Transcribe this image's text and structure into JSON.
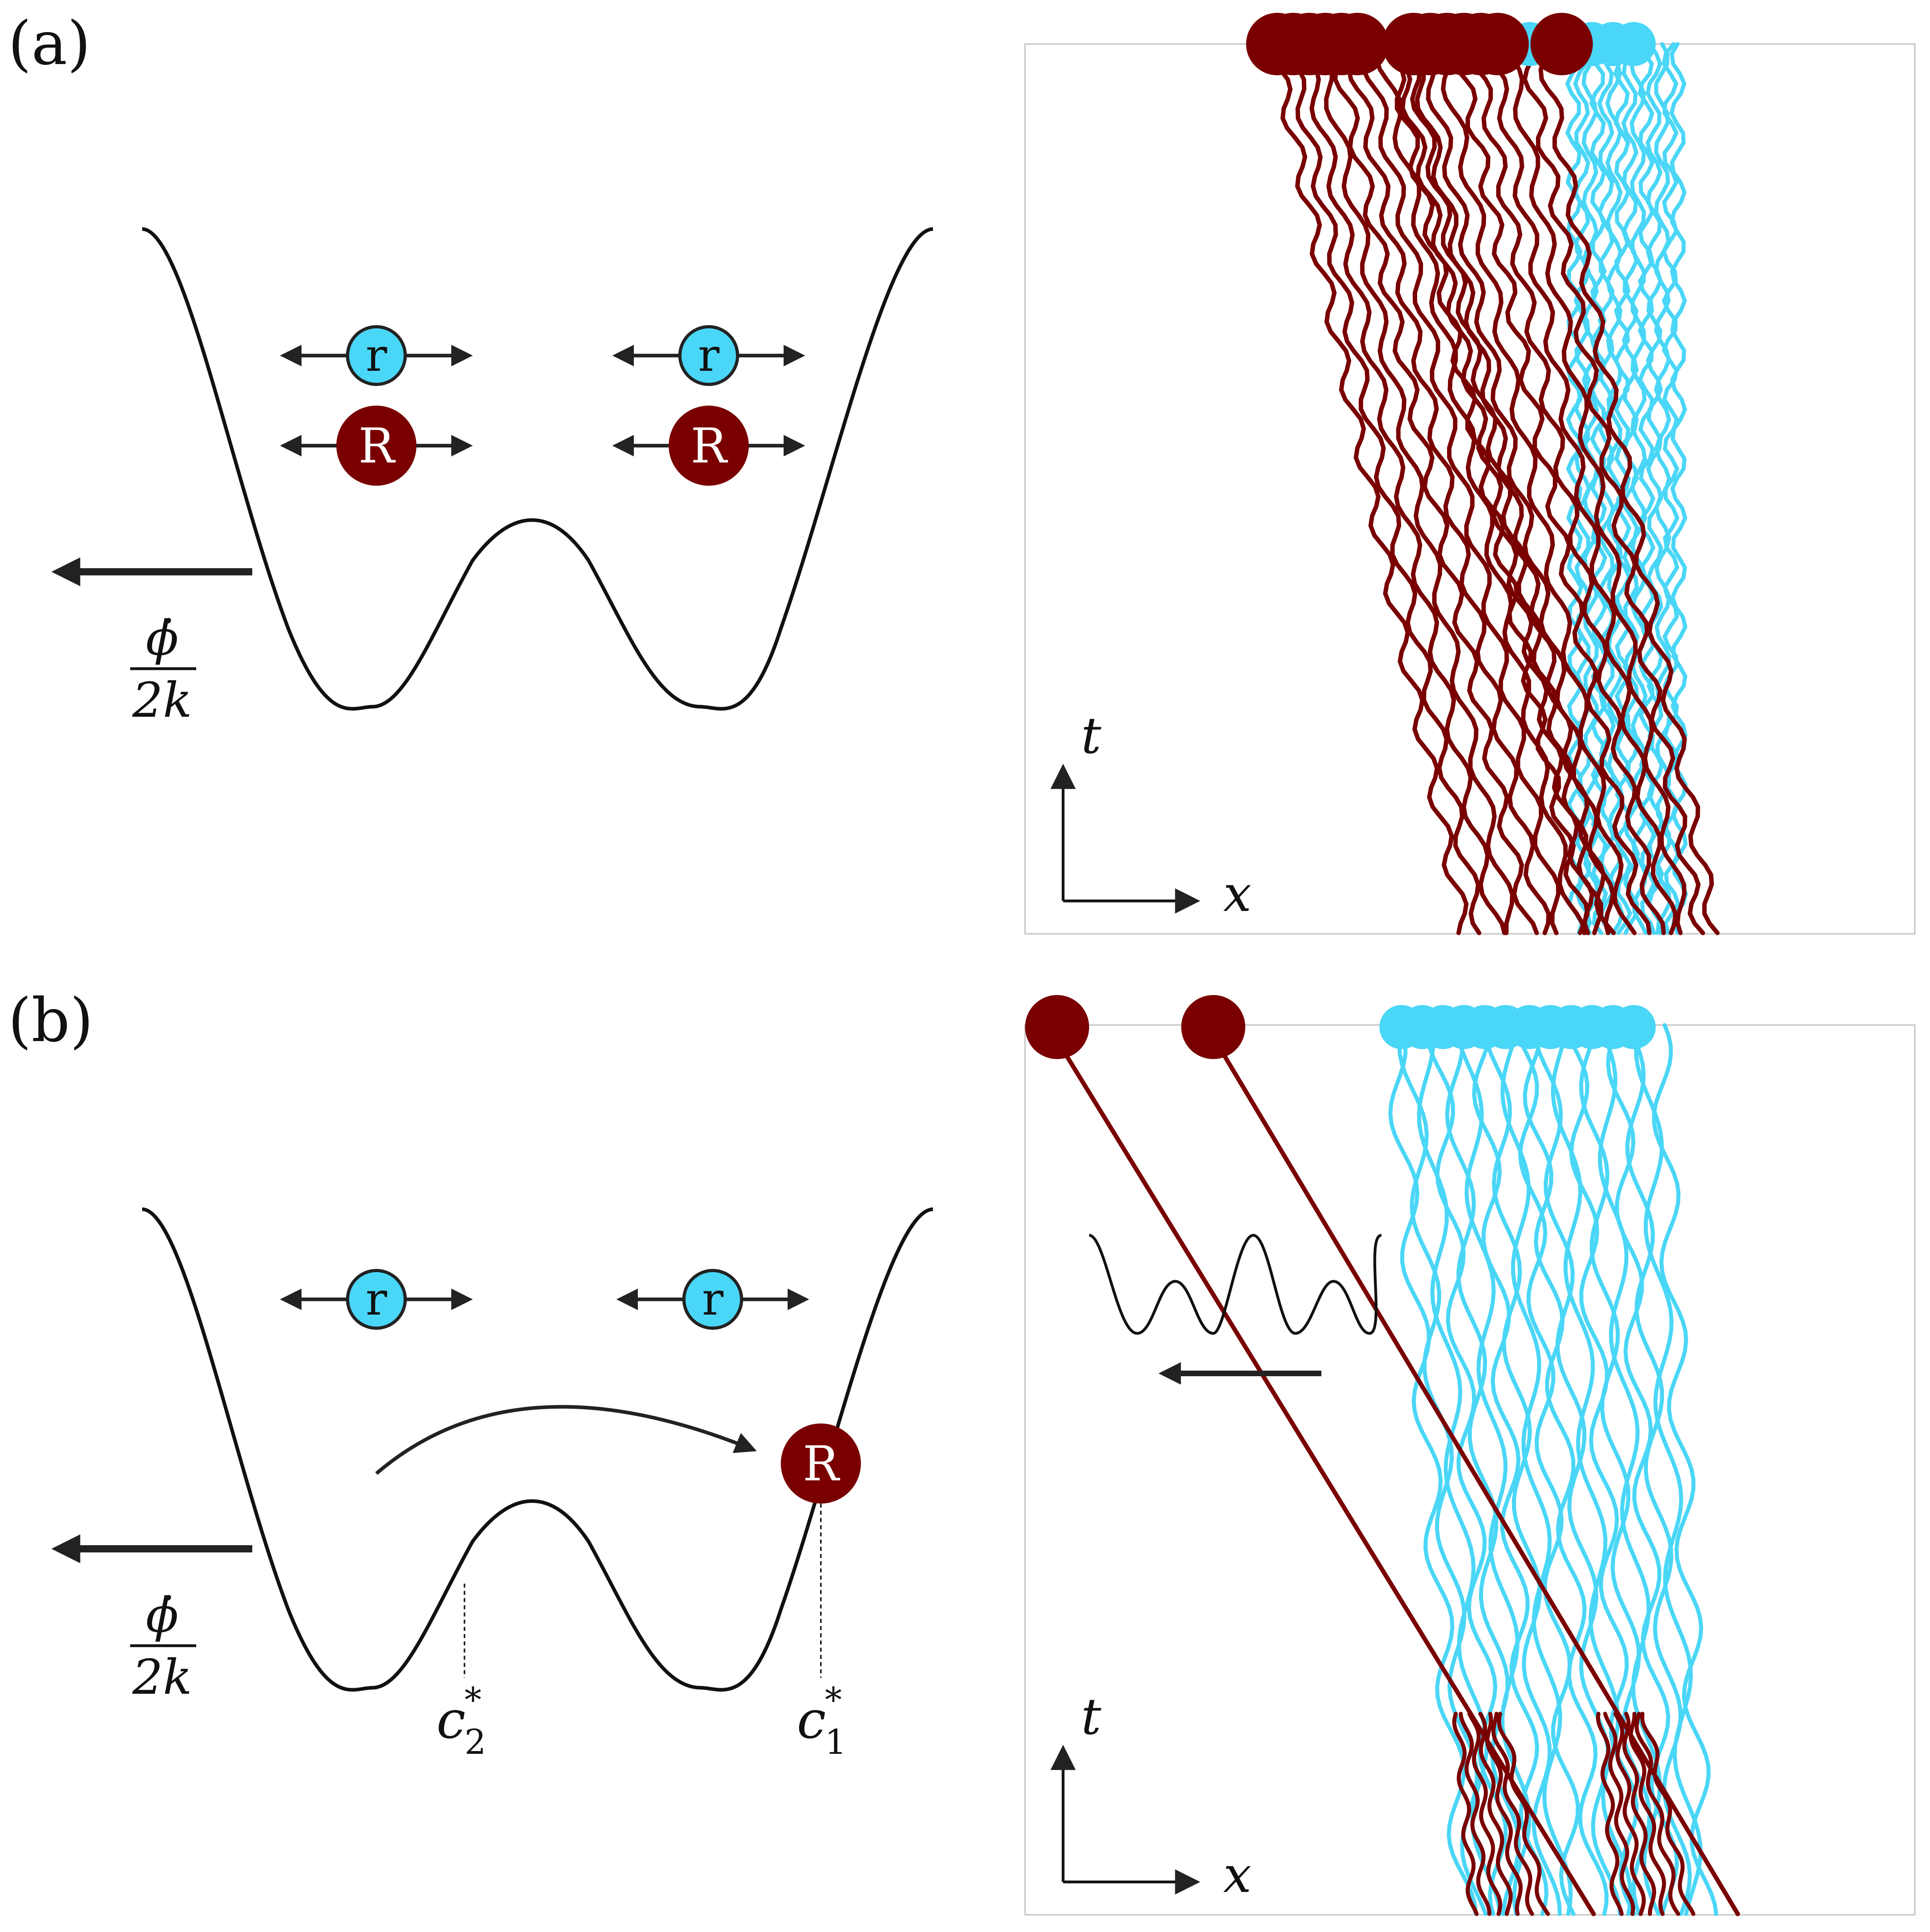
{
  "colors": {
    "dark_red": "#7a0000",
    "cyan": "#4ad6f7",
    "ink": "#111111",
    "arrow": "#222222",
    "frame": "#cccccc"
  },
  "panels": [
    {
      "id": "a",
      "label": "(a)",
      "balls": [
        {
          "label": "r",
          "kind": "small-cyan"
        },
        {
          "label": "r",
          "kind": "small-cyan"
        },
        {
          "label": "R",
          "kind": "large-red"
        },
        {
          "label": "R",
          "kind": "large-red"
        }
      ],
      "force_numerator": "ϕ̇",
      "force_denominator": "2k",
      "axis_t": "t",
      "axis_x": "x"
    },
    {
      "id": "b",
      "label": "(b)",
      "balls": [
        {
          "label": "r",
          "kind": "small-cyan"
        },
        {
          "label": "r",
          "kind": "small-cyan"
        },
        {
          "label": "R",
          "kind": "large-red"
        }
      ],
      "force_numerator": "ϕ̇",
      "force_denominator": "2k",
      "c2_base": "c",
      "c2_sup": "*",
      "c2_sub": "2",
      "c1_base": "c",
      "c1_sup": "*",
      "c1_sub": "1",
      "axis_t": "t",
      "axis_x": "x"
    }
  ]
}
